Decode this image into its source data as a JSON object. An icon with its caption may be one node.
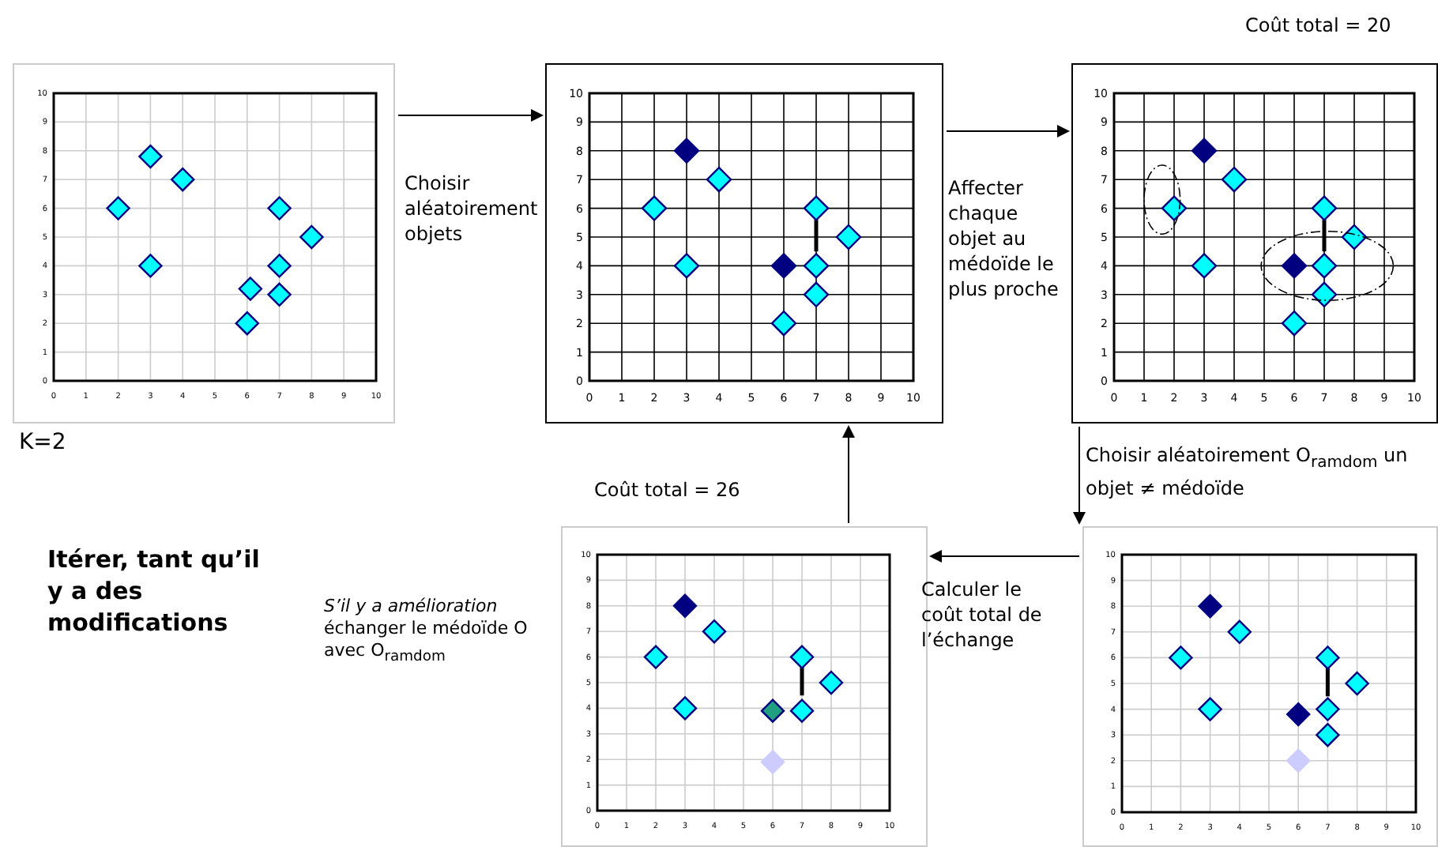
{
  "diagram": {
    "nodes": [
      {
        "text": [],
        "shape": "box",
        "beside": [
          "K=2"
        ]
      },
      {
        "text": [],
        "shape": "box"
      },
      {
        "text": [],
        "shape": "box"
      },
      {
        "text": [],
        "shape": "box"
      },
      {
        "text": [],
        "shape": "box"
      }
    ],
    "edges": [
      {
        "from": 0,
        "to": 1,
        "arrow": "to",
        "label": "Choisir aléatoirement objets"
      },
      {
        "from": 1,
        "to": 2,
        "arrow": "to",
        "label": "Affecter chaque objet au médoïde le plus proche"
      },
      {
        "from": 2,
        "to": 4,
        "arrow": "to",
        "label": "Choisir aléatoirement O$_{ramdom}$ un objet ≠ médoïde"
      },
      {
        "from": 4,
        "to": 3,
        "arrow": "to",
        "label": "Calculer le coût total de l’échange"
      },
      {
        "from": 3,
        "to": 1,
        "arrow": "to"
      }
    ],
    "labels": [
      "Coût total = 20",
      "Coût total = 26",
      "Itérer, tant qu’il y a des modifications",
      "*S’il y a amélioration* échanger le médoïde O avec O$_{ramdom}$"
    ],
    "chart_data": [
      {
        "type": "scatter",
        "xlim": [
          0,
          10
        ],
        "ylim": [
          0,
          10
        ],
        "xticks": [
          0,
          1,
          2,
          3,
          4,
          5,
          6,
          7,
          8,
          9,
          10
        ],
        "yticks": [
          0,
          1,
          2,
          3,
          4,
          5,
          6,
          7,
          8,
          9,
          10
        ],
        "grid": true,
        "x": [
          3,
          4,
          2,
          7,
          8,
          3,
          7,
          6.1,
          7,
          6
        ],
        "series": [
          {
            "color": "#00ffff",
            "values": [
              7.8,
              7,
              6,
              6,
              5,
              4,
              4,
              3.2,
              3,
              2
            ]
          }
        ]
      },
      {
        "type": "scatter",
        "xlim": [
          0,
          10
        ],
        "ylim": [
          0,
          10
        ],
        "xticks": [
          0,
          1,
          2,
          3,
          4,
          5,
          6,
          7,
          8,
          9,
          10
        ],
        "yticks": [
          0,
          1,
          2,
          3,
          4,
          5,
          6,
          7,
          8,
          9,
          10
        ],
        "grid": true,
        "x": [
          3,
          4,
          2,
          7,
          8,
          3,
          6,
          7,
          7,
          6
        ],
        "series": [
          {
            "color": "#00ffff",
            "values": [
              null,
              7,
              6,
              6,
              5,
              4,
              null,
              4,
              3,
              2
            ]
          },
          {
            "color": "#000080",
            "values": [
              8,
              null,
              null,
              null,
              null,
              null,
              4,
              null,
              null,
              null
            ]
          }
        ]
      },
      {
        "type": "scatter",
        "xlim": [
          0,
          10
        ],
        "ylim": [
          0,
          10
        ],
        "xticks": [
          0,
          1,
          2,
          3,
          4,
          5,
          6,
          7,
          8,
          9,
          10
        ],
        "yticks": [
          0,
          1,
          2,
          3,
          4,
          5,
          6,
          7,
          8,
          9,
          10
        ],
        "grid": true,
        "x": [
          3,
          4,
          2,
          7,
          8,
          3,
          6,
          7,
          7,
          6
        ],
        "series": [
          {
            "color": "#00ffff",
            "values": [
              null,
              7,
              6,
              6,
              5,
              4,
              null,
              4,
              3,
              2
            ]
          },
          {
            "color": "#000080",
            "values": [
              8,
              null,
              null,
              null,
              null,
              null,
              4,
              null,
              null,
              null
            ]
          }
        ]
      },
      {
        "type": "scatter",
        "xlim": [
          0,
          10
        ],
        "ylim": [
          0,
          10
        ],
        "xticks": [
          0,
          1,
          2,
          3,
          4,
          5,
          6,
          7,
          8,
          9,
          10
        ],
        "yticks": [
          0,
          1,
          2,
          3,
          4,
          5,
          6,
          7,
          8,
          9,
          10
        ],
        "grid": true,
        "x": [
          3,
          4,
          2,
          7,
          8,
          3,
          6,
          7,
          6
        ],
        "series": [
          {
            "color": "#00ffff",
            "values": [
              null,
              7,
              6,
              6,
              5,
              4,
              null,
              3.9,
              null
            ]
          },
          {
            "color": "#000080",
            "values": [
              8,
              null,
              null,
              null,
              null,
              null,
              null,
              null,
              null
            ]
          },
          {
            "color": "#20a080",
            "values": [
              null,
              null,
              null,
              null,
              null,
              null,
              3.9,
              null,
              null
            ]
          },
          {
            "color": "#ccccff",
            "values": [
              null,
              null,
              null,
              null,
              null,
              null,
              null,
              null,
              1.9
            ]
          }
        ]
      },
      {
        "type": "scatter",
        "xlim": [
          0,
          10
        ],
        "ylim": [
          0,
          10
        ],
        "xticks": [
          0,
          1,
          2,
          3,
          4,
          5,
          6,
          7,
          8,
          9,
          10
        ],
        "yticks": [
          0,
          1,
          2,
          3,
          4,
          5,
          6,
          7,
          8,
          9,
          10
        ],
        "grid": true,
        "x": [
          3,
          4,
          2,
          7,
          8,
          3,
          6,
          7,
          7,
          6
        ],
        "series": [
          {
            "color": "#00ffff",
            "values": [
              null,
              7,
              6,
              6,
              5,
              4,
              null,
              4,
              3,
              null
            ]
          },
          {
            "color": "#000080",
            "values": [
              8,
              null,
              null,
              null,
              null,
              null,
              3.8,
              null,
              null,
              null
            ]
          },
          {
            "color": "#ccccff",
            "values": [
              null,
              null,
              null,
              null,
              null,
              null,
              null,
              null,
              null,
              2
            ]
          }
        ]
      }
    ]
  }
}
